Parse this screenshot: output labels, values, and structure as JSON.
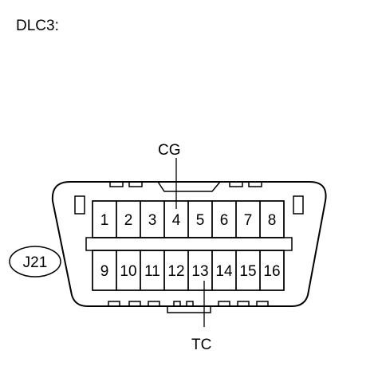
{
  "title": "DLC3:",
  "connector_id": "J21",
  "labels": {
    "top": "CG",
    "bottom": "TC"
  },
  "pins_top": [
    "1",
    "2",
    "3",
    "4",
    "5",
    "6",
    "7",
    "8"
  ],
  "pins_bottom": [
    "9",
    "10",
    "11",
    "12",
    "13",
    "14",
    "15",
    "16"
  ]
}
